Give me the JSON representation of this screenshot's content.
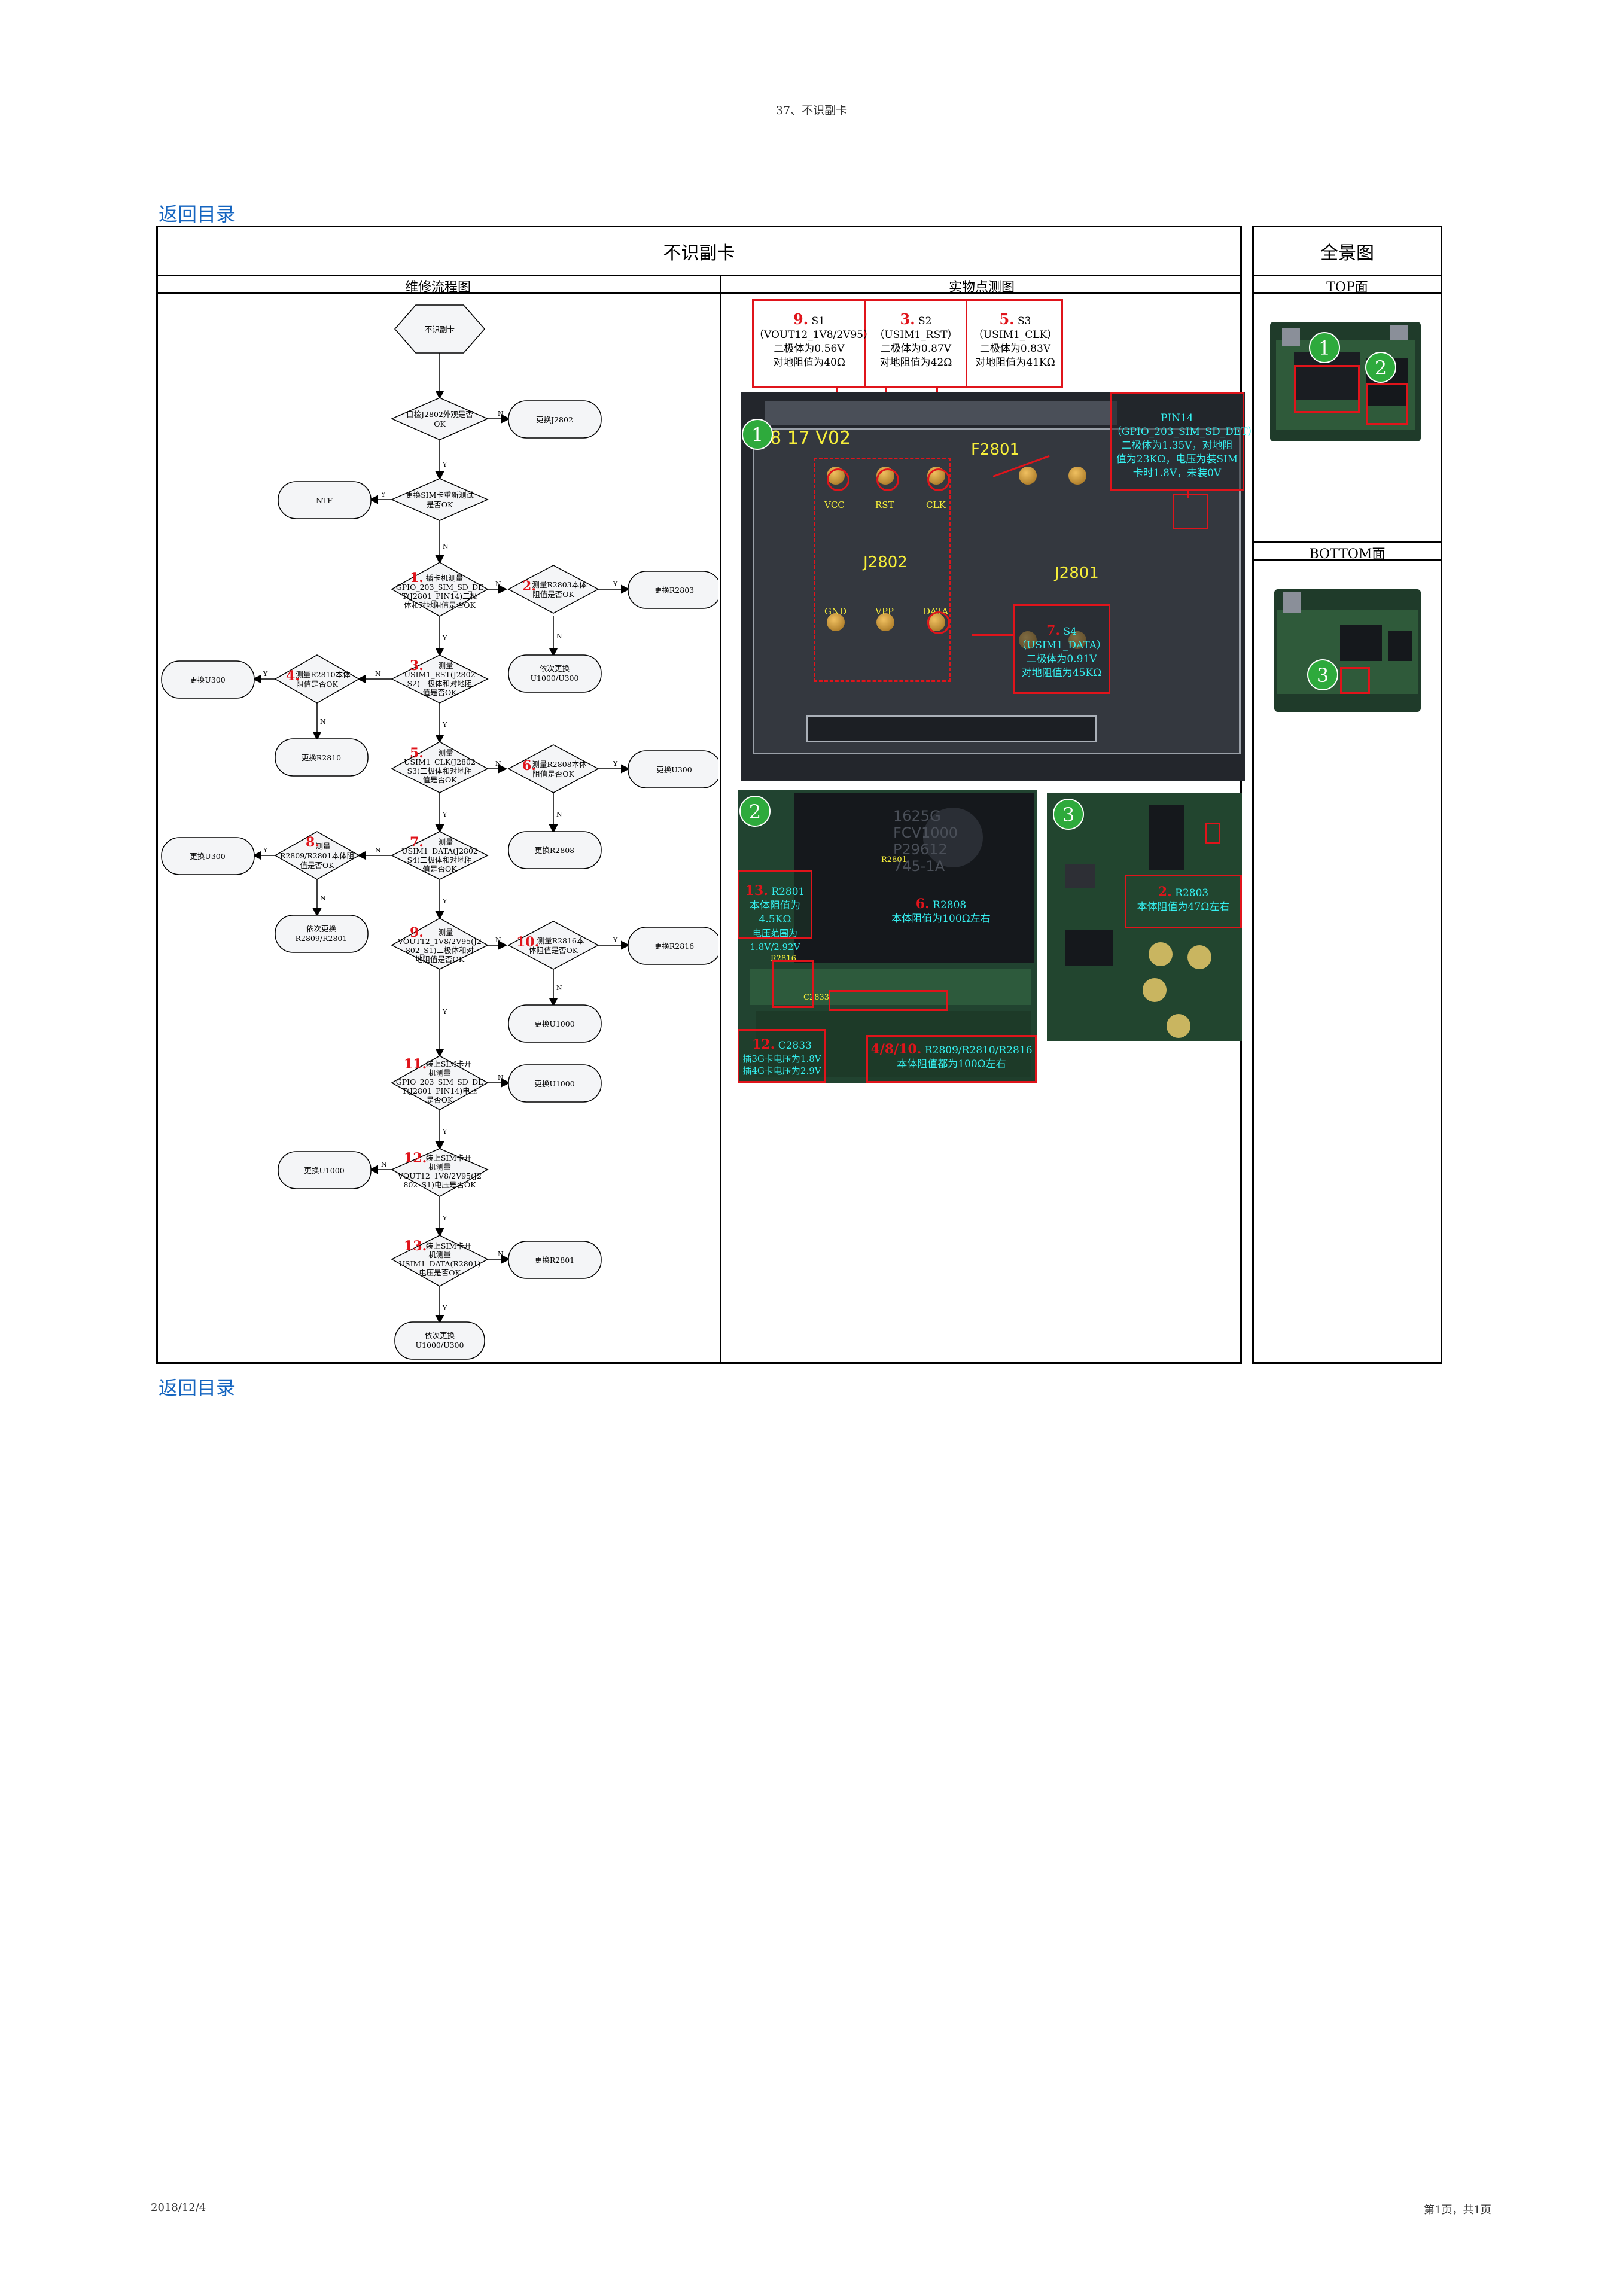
{
  "header": {
    "title": "37、不识副卡"
  },
  "links": {
    "top": "返回目录",
    "bottom": "返回目录"
  },
  "main_table": {
    "title": "不识副卡",
    "col_flow": "维修流程图",
    "col_photo": "实物点测图"
  },
  "side_table": {
    "title": "全景图",
    "top_label": "TOP面",
    "bottom_label": "BOTTOM面"
  },
  "flowchart": {
    "nodes": {
      "start": "不识副卡",
      "q_check": [
        "目检J2802外观是否",
        "OK"
      ],
      "r_j2802": "更换J2802",
      "q_swap": [
        "更换SIM卡重新测试",
        "是否OK"
      ],
      "r_ntf": "NTF",
      "q1": [
        "插卡机测量",
        "GPIO_203_SIM_SD_DE",
        "T(J2801_PIN14)二极",
        "体和对地阻值是否OK"
      ],
      "q2": [
        "测量R2803本体",
        "阻值是否OK"
      ],
      "r_r2803": "更换R2803",
      "r_u1000_u300a": [
        "依次更换",
        "U1000/U300"
      ],
      "q3": [
        "测量",
        "USIM1_RST(J2802",
        "S2)二极体和对地阻",
        "值是否OK"
      ],
      "q4": [
        "测量R2810本体",
        "阻值是否OK"
      ],
      "r_u300a": "更换U300",
      "r_r2810": "更换R2810",
      "q5": [
        "测量",
        "USIM1_CLK(J2802",
        "S3)二极体和对地阻",
        "值是否OK"
      ],
      "q6": [
        "测量R2808本体",
        "阻值是否OK"
      ],
      "r_u300b": "更换U300",
      "r_r2808": "更换R2808",
      "q7": [
        "测量",
        "USIM1_DATA(J2802",
        "S4)二极体和对地阻",
        "值是否OK"
      ],
      "q8": [
        "测量",
        "R2809/R2801本体阻",
        "值是否OK"
      ],
      "r_u300c": "更换U300",
      "r_r2809": [
        "依次更换",
        "R2809/R2801"
      ],
      "q9": [
        "测量",
        "VOUT12_1V8/2V95(J2",
        "802_S1)二极体和对",
        "地阻值是否OK"
      ],
      "q10": [
        "测量R2816本",
        "体阻值是否OK"
      ],
      "r_r2816": "更换R2816",
      "r_u1000a": "更换U1000",
      "q11": [
        "装上SIM卡开",
        "机测量",
        "GPIO_203_SIM_SD_DE",
        "T(J2801_PIN14)电压",
        "是否OK"
      ],
      "r_u1000b": "更换U1000",
      "q12": [
        "装上SIM卡开",
        "机测量",
        "VOUT12_1V8/2V95(J2",
        "802_S1)电压是否OK"
      ],
      "r_u1000c": "更换U1000",
      "q13": [
        "装上SIM卡开",
        "机测量",
        "USIM1_DATA(R2801)",
        "电压是否OK"
      ],
      "r_r2801": "更换R2801",
      "end": [
        "依次更换",
        "U1000/U300"
      ]
    },
    "step_numbers": {
      "q1": "1.",
      "q2": "2.",
      "q3": "3.",
      "q4": "4.",
      "q5": "5.",
      "q6": "6.",
      "q7": "7.",
      "q8": "8.",
      "q9": "9.",
      "q10": "10.",
      "q11": "11.",
      "q12": "12.",
      "q13": "13."
    },
    "yes": "Y",
    "no": "N"
  },
  "photo_panel": {
    "top_boxes": [
      {
        "num": "9.",
        "id": "S1",
        "net": "（VOUT12_1V8/2V95）",
        "diode": "二极体为0.56V",
        "res": "对地阻值为40Ω"
      },
      {
        "num": "3.",
        "id": "S2",
        "net": "（USIM1_RST）",
        "diode": "二极体为0.87V",
        "res": "对地阻值为42Ω"
      },
      {
        "num": "5.",
        "id": "S3",
        "net": "（USIM1_CLK）",
        "diode": "二极体为0.83V",
        "res": "对地阻值为41KΩ"
      }
    ],
    "photo1": {
      "badge": "1",
      "silk": "38 17 V02",
      "f2801": "F2801",
      "j2802": "J2802",
      "j2801": "J2801",
      "pins_top": [
        "VCC",
        "RST",
        "CLK"
      ],
      "pins_bottom": [
        "GND",
        "VPP",
        "DATA"
      ],
      "pin14": {
        "title": "PIN14",
        "lines": [
          "（GPIO_203_SIM_SD_DET）",
          "二极体为1.35V，对地阻",
          "值为23KΩ，电压为装SIM",
          "卡时1.8V，未装0V"
        ]
      },
      "s4": {
        "num": "7.",
        "id": "S4",
        "net": "（USIM1_DATA）",
        "diode": "二极体为0.91V",
        "res": "对地阻值为45KΩ"
      }
    },
    "photo2": {
      "badge": "2",
      "chip": [
        "1625G",
        "FCV1000",
        "P29612",
        "745-1A"
      ],
      "r2801_label": "R2801",
      "r2816_label": "R2816",
      "c2833_label": "C2833",
      "r2801": {
        "num": "13.",
        "id": "R2801",
        "lines": [
          "本体阻值为4.5KΩ",
          "电压范围为1.8V/2.92V"
        ]
      },
      "r2808": {
        "num": "6.",
        "id": "R2808",
        "lines": [
          "本体阻值为100Ω左右"
        ]
      },
      "c2833": {
        "num": "12.",
        "id": "C2833",
        "lines": [
          "插3G卡电压为1.8V",
          "插4G卡电压为2.9V"
        ]
      },
      "r2809": {
        "num": "4/8/10.",
        "id": "R2809/R2810/R2816",
        "lines": [
          "本体阻值都为100Ω左右"
        ]
      }
    },
    "photo3": {
      "badge": "3",
      "r2803": {
        "num": "2.",
        "id": "R2803",
        "lines": [
          "本体阻值为47Ω左右"
        ]
      }
    }
  },
  "overview": {
    "badges_top": [
      "1",
      "2"
    ],
    "badges_bottom": [
      "3"
    ]
  },
  "footer": {
    "date": "2018/12/4",
    "page": "第1页，共1页"
  }
}
